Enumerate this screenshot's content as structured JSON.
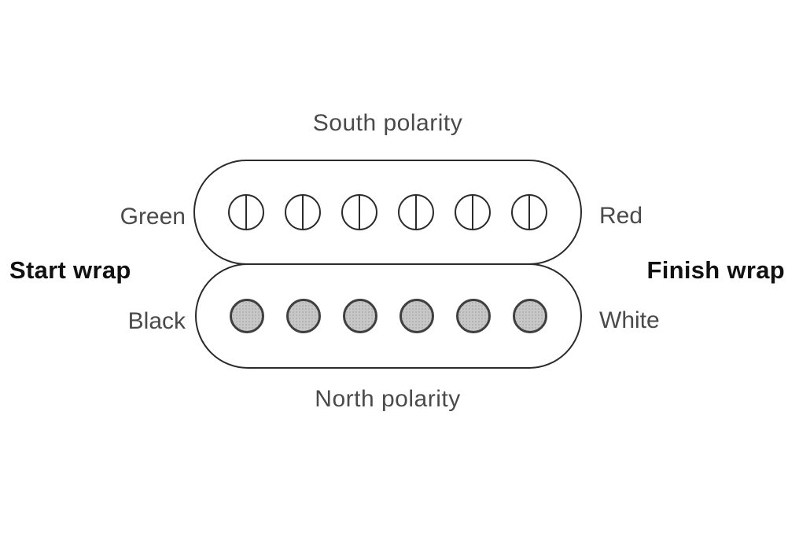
{
  "diagram": {
    "title_top": "South polarity",
    "title_bottom": "North polarity",
    "left_bold_label": "Start wrap",
    "right_bold_label": "Finish wrap",
    "top_coil": {
      "left_wire_label": "Green",
      "right_wire_label": "Red",
      "pole_count": 6,
      "pole_type": "screw"
    },
    "bottom_coil": {
      "left_wire_label": "Black",
      "right_wire_label": "White",
      "pole_count": 6,
      "pole_type": "slug"
    },
    "colors": {
      "outline": "#2b2b2b",
      "slug_fill": "#c7c7c7",
      "text": "#4a4a4a",
      "bold_text": "#111111",
      "background": "#ffffff"
    }
  }
}
